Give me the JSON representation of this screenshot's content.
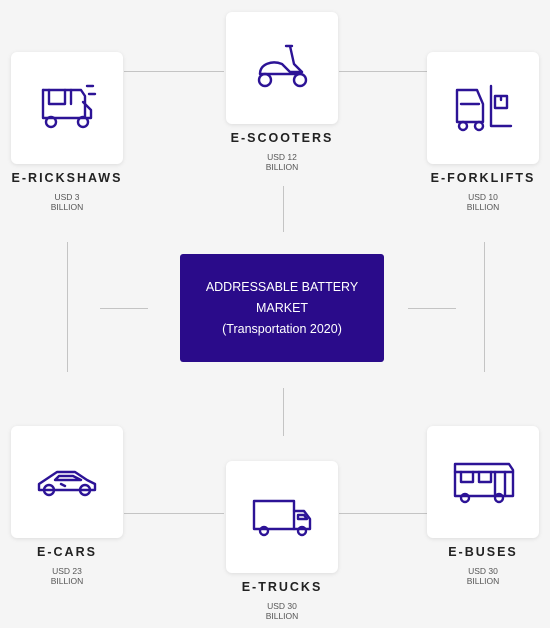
{
  "center": {
    "line1": "ADDRESSABLE BATTERY",
    "line2": "MARKET",
    "line3": "(Transportation 2020)"
  },
  "icon_color": "#2c1396",
  "center_color": "#2a0b8a",
  "nodes": {
    "rickshaws": {
      "name": "E-RICKSHAWS",
      "value_line1": "USD 3",
      "value_line2": "BILLION",
      "icon": "rickshaw-icon"
    },
    "scooters": {
      "name": "E-SCOOTERS",
      "value_line1": "USD 12",
      "value_line2": "BILLION",
      "icon": "scooter-icon"
    },
    "forklifts": {
      "name": "E-FORKLIFTS",
      "value_line1": "USD 10",
      "value_line2": "BILLION",
      "icon": "forklift-icon"
    },
    "cars": {
      "name": "E-CARS",
      "value_line1": "USD 23",
      "value_line2": "BILLION",
      "icon": "car-icon"
    },
    "trucks": {
      "name": "E-TRUCKS",
      "value_line1": "USD 30",
      "value_line2": "BILLION",
      "icon": "truck-icon"
    },
    "buses": {
      "name": "E-BUSES",
      "value_line1": "USD 30",
      "value_line2": "BILLION",
      "icon": "bus-icon"
    }
  }
}
